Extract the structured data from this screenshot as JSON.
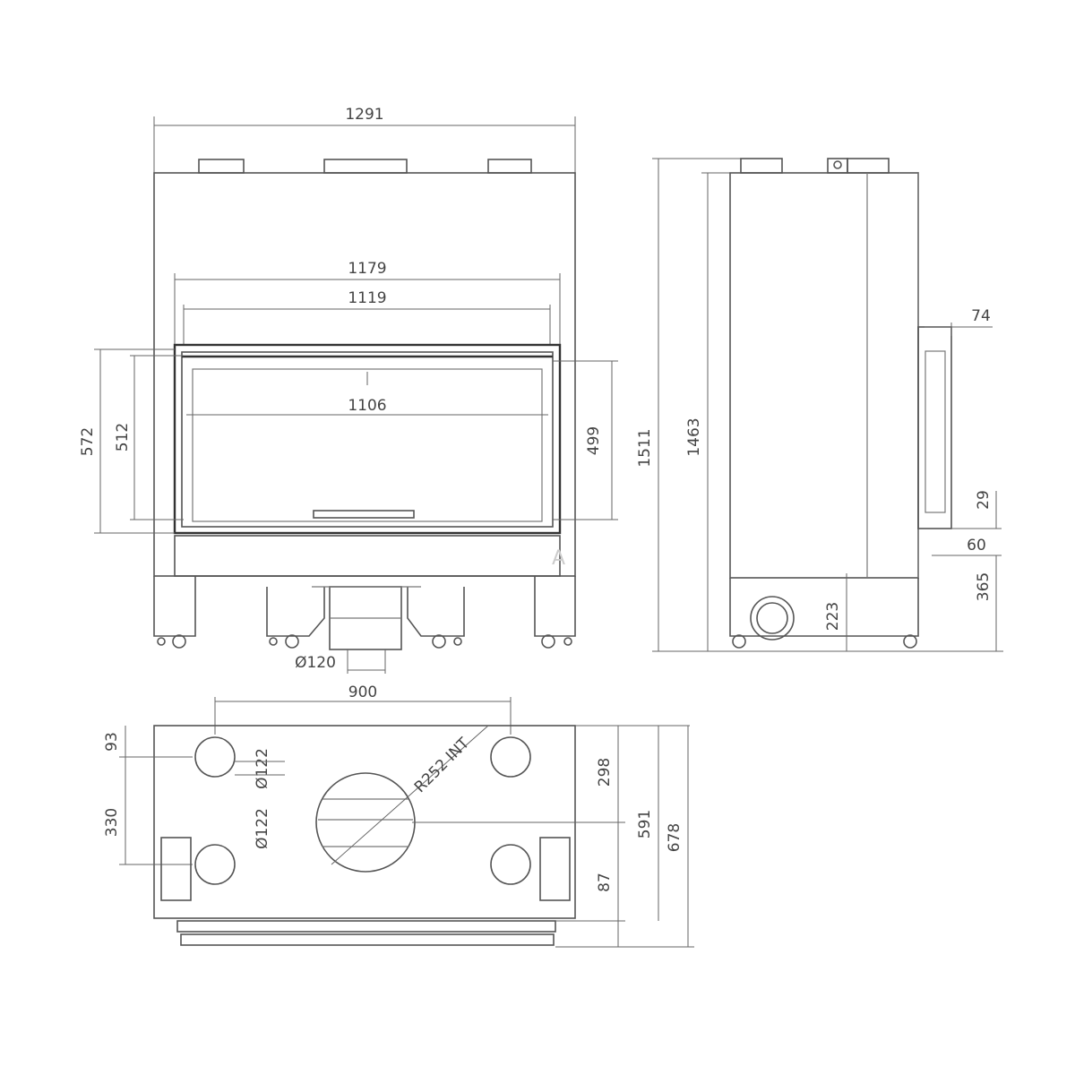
{
  "dimensions": {
    "overall_width": "1291",
    "outer_frame_width": "1179",
    "inner_frame_width": "1119",
    "glass_width": "1106",
    "outer_height": "572",
    "frame_height": "512",
    "glass_height": "499",
    "flue_diameter": "Ø120",
    "total_height": "1511",
    "body_height": "1463",
    "door_depth": "74",
    "door_offset_bottom": "29",
    "door_bottom_gap": "60",
    "door_bottom_height": "365",
    "air_inlet_height": "223",
    "spigot_spacing": "900",
    "spigot_offset_front": "93",
    "spigot_spacing_depth": "330",
    "spigot_diameter_top": "Ø122",
    "spigot_diameter_bottom": "Ø122",
    "flue_radius": "R252 INT",
    "flue_center_depth": "298",
    "base_depth": "591",
    "total_depth": "678",
    "base_rear_offset": "87"
  },
  "watermark": "A"
}
